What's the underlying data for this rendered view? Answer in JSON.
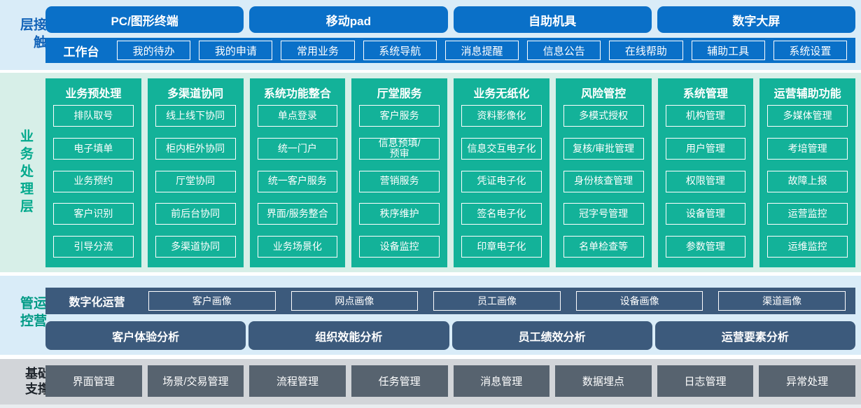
{
  "colors": {
    "primary_blue": "#0a70c8",
    "teal_green": "#13b299",
    "slate_blue": "#3c5a7c",
    "slate_gray": "#57636f",
    "contact_bg": "#d9ecf8",
    "business_bg": "#d7efe8",
    "ops_bg": "#d9ecf8",
    "base_bg": "#d2d5d9",
    "contact_label_color": "#1263b8",
    "business_label_color": "#00a98c",
    "ops_label_color": "#009a85",
    "base_label_color": "#1e242b"
  },
  "contact_layer": {
    "label": "接触层",
    "terminals": [
      "PC/图形终端",
      "移动pad",
      "自助机具",
      "数字大屏"
    ],
    "workbench": {
      "label": "工作台",
      "items": [
        "我的待办",
        "我的申请",
        "常用业务",
        "系统导航",
        "消息提醒",
        "信息公告",
        "在线帮助",
        "辅助工具",
        "系统设置"
      ]
    }
  },
  "business_layer": {
    "label": "业务处理层",
    "columns": [
      {
        "title": "业务预处理",
        "items": [
          "排队取号",
          "电子填单",
          "业务预约",
          "客户识别",
          "引导分流"
        ]
      },
      {
        "title": "多渠道协同",
        "items": [
          "线上线下协同",
          "柜内柜外协同",
          "厅堂协同",
          "前后台协同",
          "多渠道协同"
        ]
      },
      {
        "title": "系统功能整合",
        "items": [
          "单点登录",
          "统一门户",
          "统一客户服务",
          "界面/服务整合",
          "业务场景化"
        ]
      },
      {
        "title": "厅堂服务",
        "items": [
          "客户服务",
          "信息预填/\n预审",
          "营销服务",
          "秩序维护",
          "设备监控"
        ]
      },
      {
        "title": "业务无纸化",
        "items": [
          "资料影像化",
          "信息交互电子化",
          "凭证电子化",
          "签名电子化",
          "印章电子化"
        ]
      },
      {
        "title": "风险管控",
        "items": [
          "多模式授权",
          "复核/审批管理",
          "身份核查管理",
          "冠字号管理",
          "名单检查等"
        ]
      },
      {
        "title": "系统管理",
        "items": [
          "机构管理",
          "用户管理",
          "权限管理",
          "设备管理",
          "参数管理"
        ]
      },
      {
        "title": "运营辅助功能",
        "items": [
          "多媒体管理",
          "考培管理",
          "故障上报",
          "运营监控",
          "运维监控"
        ]
      }
    ]
  },
  "ops_layer": {
    "label": "运营管控",
    "digital_ops": {
      "label": "数字化运营",
      "items": [
        "客户画像",
        "网点画像",
        "员工画像",
        "设备画像",
        "渠道画像"
      ]
    },
    "analysis": [
      "客户体验分析",
      "组织效能分析",
      "员工绩效分析",
      "运营要素分析"
    ]
  },
  "base_layer": {
    "label": "基础\n支撑",
    "items": [
      "界面管理",
      "场景/交易管理",
      "流程管理",
      "任务管理",
      "消息管理",
      "数据埋点",
      "日志管理",
      "异常处理"
    ]
  }
}
